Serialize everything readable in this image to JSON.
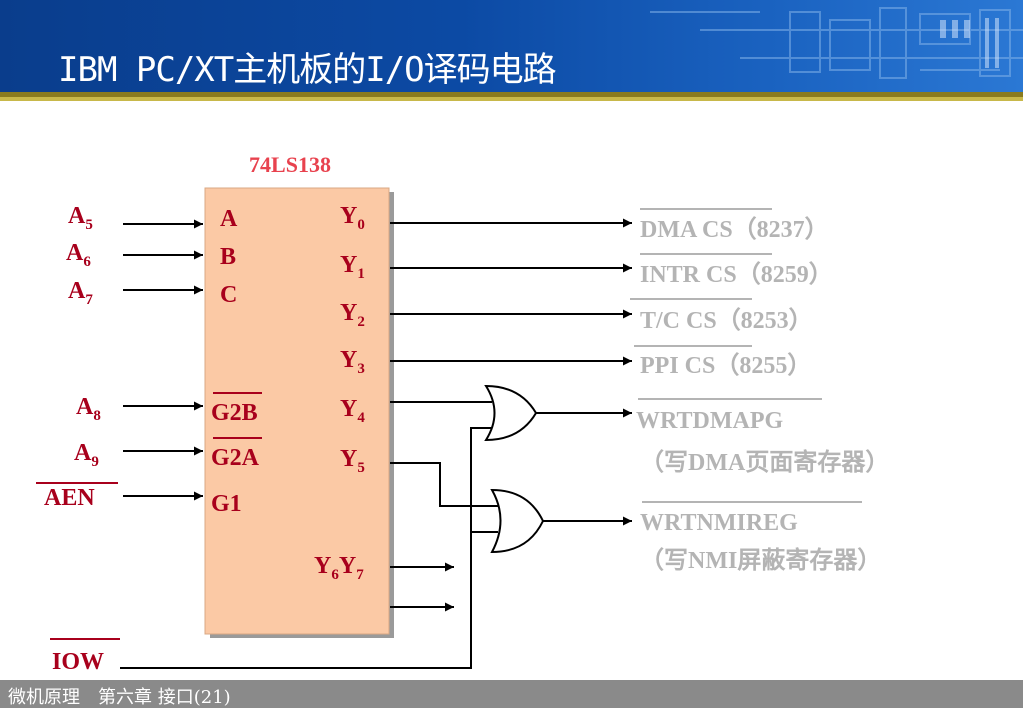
{
  "title": "IBM PC/XT主机板的I/O译码电路",
  "chip": {
    "name": "74LS138",
    "pins_in": [
      "A",
      "B",
      "C",
      "G2B",
      "G2A",
      "G1"
    ],
    "pins_out": [
      "Y",
      "Y",
      "Y",
      "Y",
      "Y",
      "Y"
    ],
    "pins_out_sub": [
      "0",
      "1",
      "2",
      "3",
      "4",
      "5"
    ],
    "y67_a": "Y",
    "y67_a_sub": "6",
    "y67_b": "Y",
    "y67_b_sub": "7"
  },
  "inputs": [
    {
      "main": "A",
      "sub": "5"
    },
    {
      "main": "A",
      "sub": "6"
    },
    {
      "main": "A",
      "sub": "7"
    },
    {
      "main": "A",
      "sub": "8"
    },
    {
      "main": "A",
      "sub": "9"
    },
    {
      "main": "AEN",
      "sub": ""
    }
  ],
  "iow": "IOW",
  "outputs": [
    {
      "name": "DMA CS",
      "chip": "（8237）"
    },
    {
      "name": "INTR CS",
      "chip": "（8259）"
    },
    {
      "name": "T/C CS",
      "chip": "（8253）"
    },
    {
      "name": "PPI CS",
      "chip": "（8255）"
    }
  ],
  "gate_outputs": [
    {
      "name": "WRTDMAPG",
      "desc": "（写DMA页面寄存器）"
    },
    {
      "name": "WRTNMIREG",
      "desc": "（写NMI屏蔽寄存器）"
    }
  ],
  "footer": "微机原理　第六章 接口(21)",
  "colors": {
    "header_blue": "#0c4aa4",
    "chip_fill": "#fbc9a5",
    "label_red": "#a8001c",
    "chip_title_red": "#e8424e",
    "output_gray": "#b4b4b4",
    "footer_gray": "#8a8a8a"
  }
}
